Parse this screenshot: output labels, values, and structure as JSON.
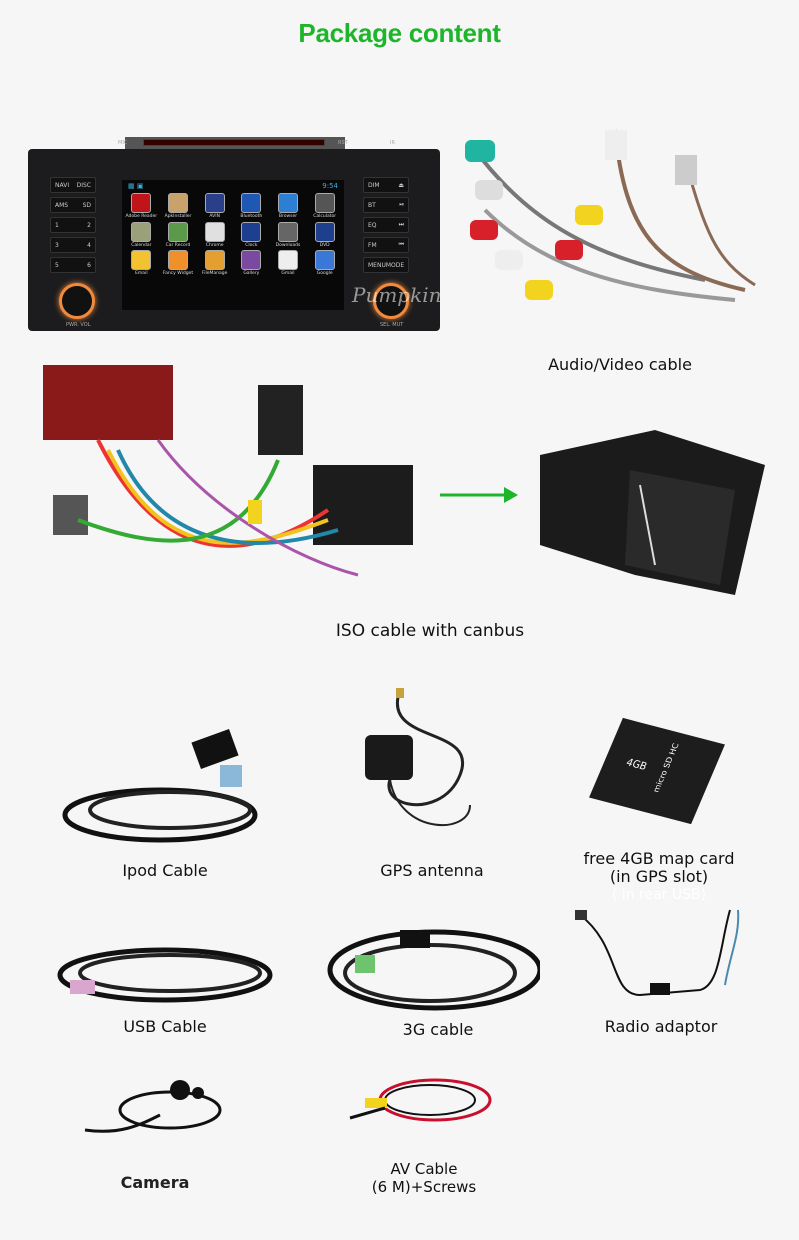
{
  "title": "Package content",
  "head_unit": {
    "left_buttons": [
      [
        "NAVI",
        "DISC"
      ],
      [
        "AMS",
        "SD"
      ],
      [
        "1",
        "2"
      ],
      [
        "3",
        "4"
      ],
      [
        "5",
        "6"
      ]
    ],
    "right_buttons": [
      [
        "DIM",
        "⏏"
      ],
      [
        "BT",
        "⏯"
      ],
      [
        "EQ",
        "⏭"
      ],
      [
        "FM",
        "⏮"
      ],
      [
        "MENU",
        "MODE"
      ]
    ],
    "mic_label": "MIC",
    "rst_label": "RST",
    "ir_label": "IR",
    "pwr_label": "PWR. VOL",
    "sel_label": "SEL. MUT",
    "clock": "9:54",
    "watermark": "Pumpkin",
    "apps": [
      {
        "name": "Adobe Reader",
        "color": "#c0141b"
      },
      {
        "name": "ApkInstaller",
        "color": "#c8a26a"
      },
      {
        "name": "AVIN",
        "color": "#2a3f8a"
      },
      {
        "name": "Bluetooth",
        "color": "#1f57b5"
      },
      {
        "name": "Browser",
        "color": "#2d7fd3"
      },
      {
        "name": "Calculator",
        "color": "#555555"
      },
      {
        "name": "Calendar",
        "color": "#9aa07a"
      },
      {
        "name": "Car Record",
        "color": "#5a9a4a"
      },
      {
        "name": "Chrome",
        "color": "#e0e0e0"
      },
      {
        "name": "Clock",
        "color": "#1d3f8f"
      },
      {
        "name": "Downloads",
        "color": "#666666"
      },
      {
        "name": "DVD",
        "color": "#1e3f8e"
      },
      {
        "name": "Email",
        "color": "#f2c230"
      },
      {
        "name": "Fancy Widget",
        "color": "#f0902c"
      },
      {
        "name": "FileManage",
        "color": "#e3a030"
      },
      {
        "name": "Gallery",
        "color": "#7a4aa0"
      },
      {
        "name": "Gmail",
        "color": "#eeeeee"
      },
      {
        "name": "Google",
        "color": "#3a78d8"
      }
    ]
  },
  "items": {
    "av_cable": "Audio/Video cable",
    "iso_cable": "ISO cable with canbus",
    "ipod_cable": "Ipod Cable",
    "gps_antenna": "GPS antenna",
    "map_card_line1": "free 4GB map card",
    "map_card_line2": "(in GPS slot)",
    "map_card_ghost": "( in rear USB)",
    "sd_card_text": "4GB",
    "sd_card_brand": "micro SD HC",
    "usb_cable": "USB Cable",
    "cable_3g": "3G cable",
    "radio_adaptor": "Radio adaptor",
    "camera": "Camera",
    "av_cable_line1": "AV Cable",
    "av_cable_line2": "(6 M)+Screws"
  },
  "colors": {
    "title": "#1db52a",
    "arrow": "#1db52a"
  }
}
